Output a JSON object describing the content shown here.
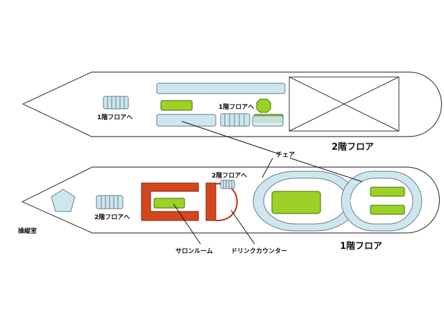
{
  "labels": {
    "floor2_title": "2階フロア",
    "floor1_title": "1階フロア",
    "to_floor1_left": "1階フロアへ",
    "to_floor1_center": "1階フロアへ",
    "to_floor2_left": "2階フロアへ",
    "to_floor2_top": "2階フロアへ",
    "chair": "チェア",
    "cockpit": "操縦室",
    "salon": "サロンルーム",
    "drink_counter": "ドリンクカウンター"
  },
  "colors": {
    "hull_stroke": "#444444",
    "seat_fill": "#cfe6ee",
    "table_fill": "#9cd126",
    "counter_fill": "#d6461c"
  },
  "icons": {
    "stairs": "stairs-icon",
    "cockpit": "pentagon-shape",
    "booth": "octagon-shape"
  }
}
